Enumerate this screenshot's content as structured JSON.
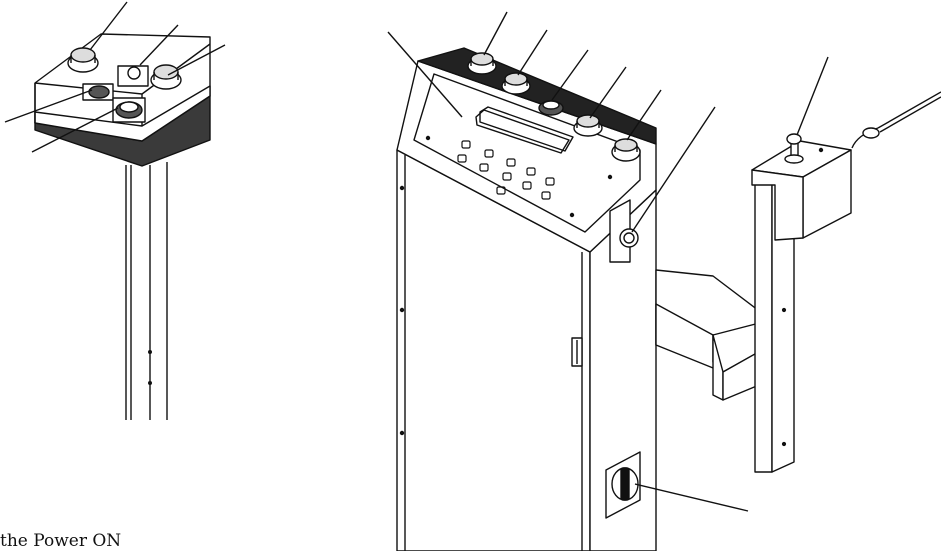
{
  "caption": "the Power ON",
  "colors": {
    "line": "#111111",
    "panel_fill": "#ffffff",
    "shade": "#d9d9d9"
  },
  "figures": [
    {
      "name": "pedestal-control-box",
      "buttons": 5,
      "callouts": 5
    },
    {
      "name": "control-cabinet",
      "panel_buttons": 5,
      "keypad_keys": 11,
      "callouts": 8
    },
    {
      "name": "side-mount-stop-station",
      "buttons": 1,
      "callouts": 1
    }
  ]
}
